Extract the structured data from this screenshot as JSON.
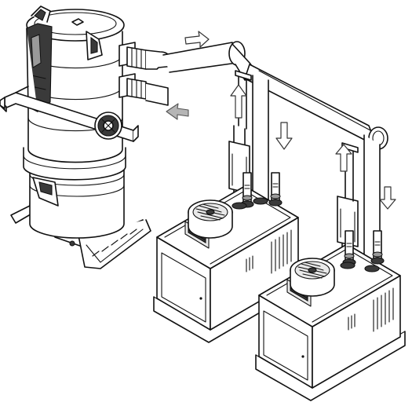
{
  "figure": {
    "colors": {
      "line": "#111111",
      "fill": "#ffffff",
      "shade": "#d9d9d9",
      "dark": "#3a3a3a",
      "arrow_intake": "#b5b5b5",
      "arrow_flow": "#ffffff"
    },
    "components": [
      "central-vacuum-unit",
      "supply-pipe",
      "return-pipe",
      "cabinet-unit-left",
      "cabinet-unit-right"
    ],
    "arrows": [
      {
        "name": "arrow-exhaust-right",
        "direction": "right",
        "style": "outline"
      },
      {
        "name": "arrow-intake-left",
        "direction": "left",
        "style": "filled"
      },
      {
        "name": "arrow-riser-1-up",
        "direction": "up",
        "style": "outline"
      },
      {
        "name": "arrow-drop-1-down",
        "direction": "down",
        "style": "outline"
      },
      {
        "name": "arrow-riser-2-up",
        "direction": "up",
        "style": "outline"
      },
      {
        "name": "arrow-drop-2-down",
        "direction": "down",
        "style": "outline"
      }
    ]
  }
}
